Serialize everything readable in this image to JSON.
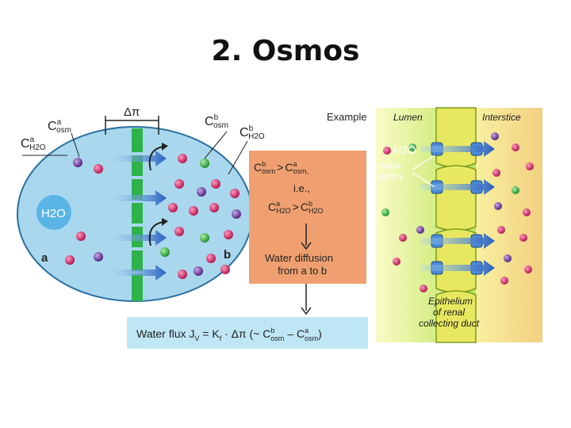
{
  "title": "2. Osmos",
  "left_panel": {
    "c_osm_a": "C",
    "c_osm_a_sup": "a",
    "c_osm_a_sub": "osm",
    "c_h2o_a": "C",
    "c_h2o_a_sup": "a",
    "c_h2o_a_sub": "H2O",
    "delta_pi": "Δπ",
    "c_osm_b": "C",
    "c_osm_b_sup": "b",
    "c_osm_b_sub": "osm",
    "c_h2o_b": "C",
    "c_h2o_b_sup": "b",
    "c_h2o_b_sub": "H2O",
    "h2o_bubble": "H2O",
    "side_a": "a",
    "side_b": "b"
  },
  "explanation_box": {
    "line1_c": "C",
    "line1_b": "b",
    "line1_osm": "osm",
    "line1_gt": ">",
    "line1_c2": "C",
    "line1_a": "a",
    "line1_osm2": "osm,",
    "line2": "i.e.,",
    "line3_c": "C",
    "line3_a": "a",
    "line3_h2o": "H2O",
    "line3_gt": ">",
    "line3_c2": "C",
    "line3_b": "b",
    "line3_h2o2": "H2O",
    "result1": "Water diffusion",
    "result2": "from a to b"
  },
  "formula_box": {
    "text_start": "Water flux J",
    "sub_v": "V",
    "eq_k": " = K",
    "sub_f": "f",
    "mid": " · Δπ (~ C",
    "sup_b": "b",
    "sub_osm1": "osm",
    "minus": " – C",
    "sup_a": "a",
    "sub_osm2": "osm",
    "close": ")"
  },
  "example_panel": {
    "example_label": "Example",
    "lumen": "Lumen",
    "interstice": "Interstice",
    "h2o": "H2O",
    "aquaporins_1": "Aqua-",
    "aquaporins_2": "porins",
    "caption_1": "Epithelium",
    "caption_2": "of renal",
    "caption_3": "collecting duct"
  },
  "colors": {
    "cell_fill": "#a9d8ee",
    "membrane": "#2eb24a",
    "arrow_blue": "#3a73c8",
    "box_orange": "#f0a070",
    "formula_bg": "#bfe6f4",
    "lumen_green": "#a8d84a",
    "epithelium_yellow": "#e8e860"
  }
}
